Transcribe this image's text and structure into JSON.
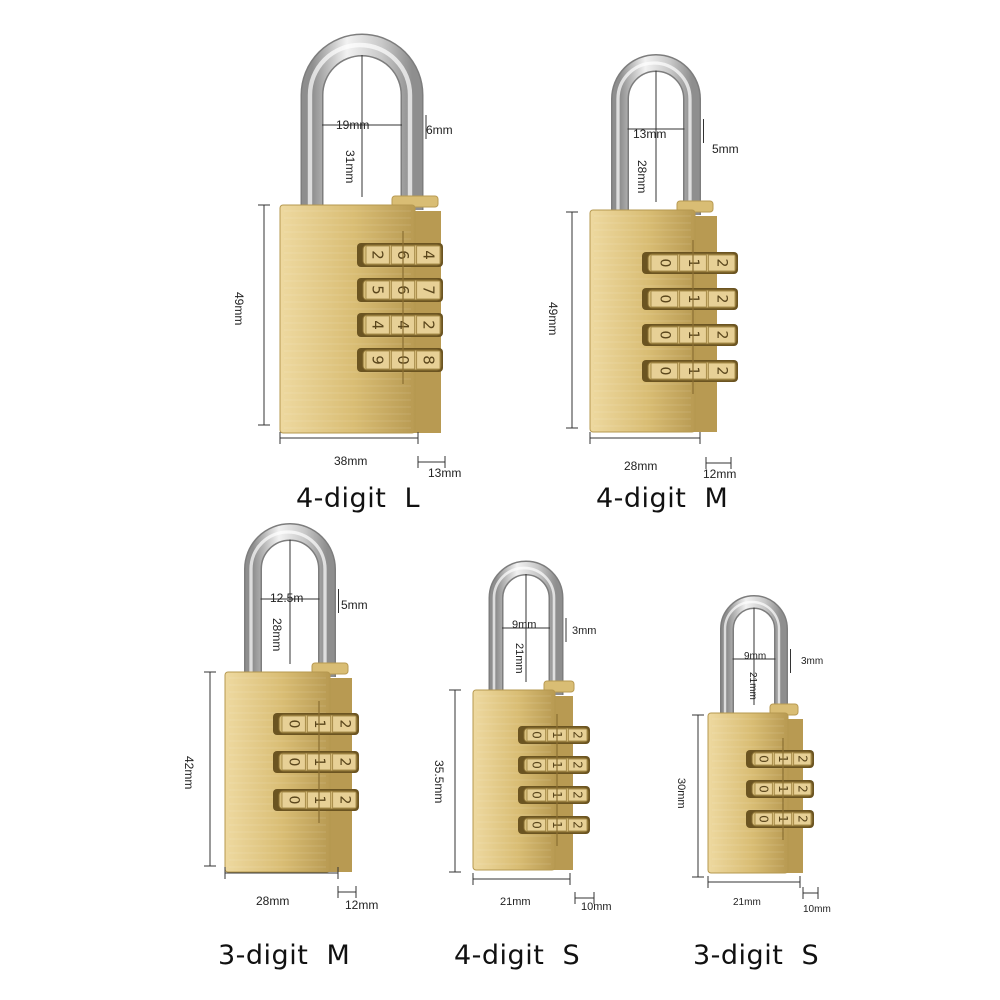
{
  "colors": {
    "brass_light": "#eed9a0",
    "brass_mid": "#d9bd74",
    "brass_dark": "#b89a52",
    "steel_light": "#f2f2f2",
    "steel_dark": "#8e8e8e",
    "dimension_line": "#333333"
  },
  "locks": [
    {
      "caption": "4-digit  L",
      "dims": {
        "shackle_inner_width": "19mm",
        "shackle_thickness": "6mm",
        "shackle_clearance": "31mm",
        "body_height": "49mm",
        "body_width": "38mm",
        "body_depth": "13mm"
      },
      "wheels": [
        [
          "2",
          "6",
          "4"
        ],
        [
          "5",
          "6",
          "7"
        ],
        [
          "4",
          "4",
          "2"
        ],
        [
          "9",
          "0",
          "8"
        ]
      ]
    },
    {
      "caption": "4-digit  M",
      "dims": {
        "shackle_inner_width": "13mm",
        "shackle_thickness": "5mm",
        "shackle_clearance": "28mm",
        "body_height": "49mm",
        "body_width": "28mm",
        "body_depth": "12mm"
      },
      "wheels": [
        [
          "0",
          "1",
          "2"
        ],
        [
          "0",
          "1",
          "2"
        ],
        [
          "0",
          "1",
          "2"
        ],
        [
          "0",
          "1",
          "2"
        ]
      ]
    },
    {
      "caption": "3-digit  M",
      "dims": {
        "shackle_inner_width": "12.5m",
        "shackle_thickness": "5mm",
        "shackle_clearance": "28mm",
        "body_height": "42mm",
        "body_width": "28mm",
        "body_depth": "12mm"
      },
      "wheels": [
        [
          "0",
          "1",
          "2"
        ],
        [
          "0",
          "1",
          "2"
        ],
        [
          "0",
          "1",
          "2"
        ]
      ]
    },
    {
      "caption": "4-digit  S",
      "dims": {
        "shackle_inner_width": "9mm",
        "shackle_thickness": "3mm",
        "shackle_clearance": "21mm",
        "body_height": "35.5mm",
        "body_width": "21mm",
        "body_depth": "10mm"
      },
      "wheels": [
        [
          "0",
          "1",
          "2"
        ],
        [
          "0",
          "1",
          "2"
        ],
        [
          "0",
          "1",
          "2"
        ],
        [
          "0",
          "1",
          "2"
        ]
      ]
    },
    {
      "caption": "3-digit  S",
      "dims": {
        "shackle_inner_width": "9mm",
        "shackle_thickness": "3mm",
        "shackle_clearance": "21mm",
        "body_height": "30mm",
        "body_width": "21mm",
        "body_depth": "10mm"
      },
      "wheels": [
        [
          "0",
          "1",
          "2"
        ],
        [
          "0",
          "1",
          "2"
        ],
        [
          "0",
          "1",
          "2"
        ]
      ]
    }
  ]
}
